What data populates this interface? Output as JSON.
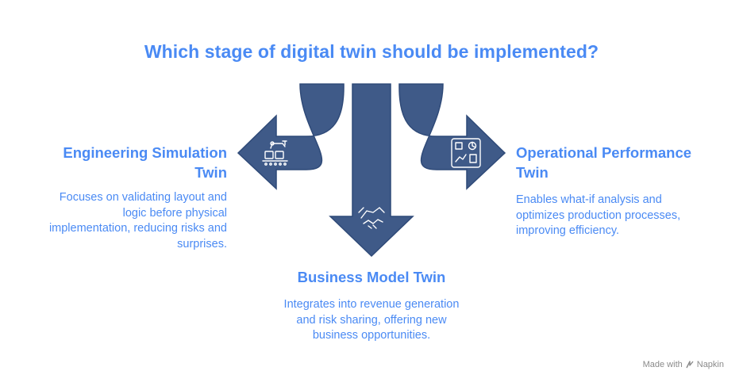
{
  "title": "Which stage of digital twin should be implemented?",
  "options": [
    {
      "heading_line1": "Engineering Simulation",
      "heading_line2": "Twin",
      "desc_line1": "Focuses on validating layout and",
      "desc_line2": "logic before physical",
      "desc_line3": "implementation, reducing risks and",
      "desc_line4": "surprises.",
      "icon": "robot-arm-conveyor-icon"
    },
    {
      "heading_line1": "Business Model Twin",
      "desc_line1": "Integrates into revenue generation",
      "desc_line2": "and risk sharing, offering new",
      "desc_line3": "business opportunities.",
      "icon": "handshake-icon"
    },
    {
      "heading_line1": "Operational Performance",
      "heading_line2": "Twin",
      "desc_line1": "Enables what-if analysis and",
      "desc_line2": "optimizes production processes,",
      "desc_line3": "improving efficiency.",
      "icon": "dashboard-icon"
    }
  ],
  "colors": {
    "arrow_fill": "#3f5a88",
    "arrow_stroke": "#2f4a78",
    "text": "#4a8af4"
  },
  "watermark": {
    "prefix": "Made with",
    "brand": "Napkin"
  }
}
